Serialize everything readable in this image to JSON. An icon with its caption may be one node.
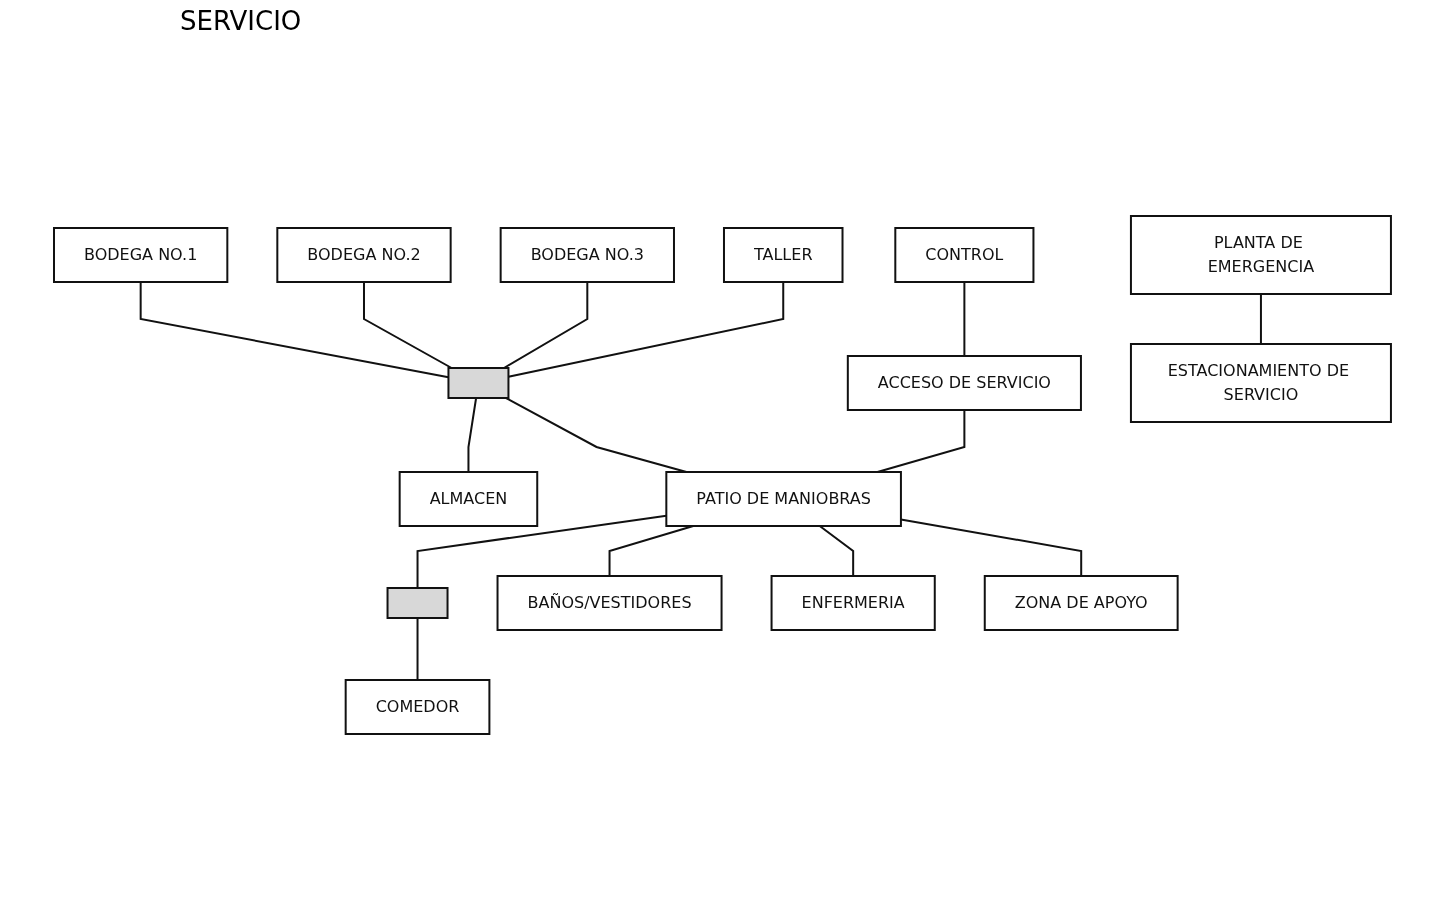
{
  "diagram": {
    "title": "SERVICIO",
    "nodes": [
      {
        "text": [
          "BODEGA NO.1"
        ]
      },
      {
        "text": [
          "BODEGA NO.2"
        ]
      },
      {
        "text": [
          "BODEGA NO.3"
        ]
      },
      {
        "text": [
          "PLANTA DE EMERGENCIA"
        ]
      },
      {
        "text": [
          "TALLER"
        ]
      },
      {
        "text": [],
        "shape": "box"
      },
      {
        "text": [
          "ALMACEN"
        ]
      },
      {
        "text": [
          "CONTROL"
        ]
      },
      {
        "text": [
          "COMEDOR"
        ]
      },
      {
        "text": [],
        "shape": "box"
      },
      {
        "text": [
          "ACCESO DE SERVICIO"
        ]
      },
      {
        "text": [
          "PATIO DE MANIOBRAS"
        ]
      },
      {
        "text": [
          "BAÑOS/VESTIDORES"
        ]
      },
      {
        "text": [
          "ENFERMERIA"
        ]
      },
      {
        "text": [
          "ESTACIONAMIENTO DE SERVICIO"
        ]
      },
      {
        "text": [
          "ZONA DE APOYO"
        ]
      }
    ],
    "edges": [
      {
        "from": 0,
        "to": 5,
        "arrow": "none"
      },
      {
        "from": 1,
        "to": 5,
        "arrow": "none"
      },
      {
        "from": 2,
        "to": 5,
        "arrow": "none"
      },
      {
        "from": 4,
        "to": 5,
        "arrow": "none"
      },
      {
        "from": 5,
        "to": 6,
        "arrow": "none"
      },
      {
        "from": 5,
        "to": 11,
        "arrow": "none"
      },
      {
        "from": 7,
        "to": 10,
        "arrow": "none"
      },
      {
        "from": 10,
        "to": 11,
        "arrow": "none"
      },
      {
        "from": 3,
        "to": 14,
        "arrow": "none"
      },
      {
        "from": 11,
        "to": 9,
        "arrow": "none"
      },
      {
        "from": 9,
        "to": 8,
        "arrow": "none"
      },
      {
        "from": 11,
        "to": 12,
        "arrow": "none"
      },
      {
        "from": 11,
        "to": 13,
        "arrow": "none"
      },
      {
        "from": 11,
        "to": 15,
        "arrow": "none"
      }
    ]
  }
}
